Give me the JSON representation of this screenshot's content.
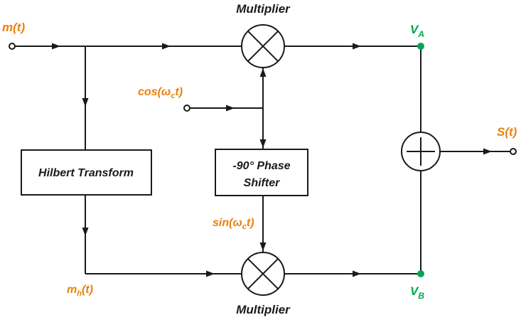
{
  "diagram": {
    "top_multiplier_label": "Multiplier",
    "bottom_multiplier_label": "Multiplier",
    "hilbert_block_label": "Hilbert Transform",
    "phase_block_label_line1": "-90° Phase",
    "phase_block_label_line2": "Shifter",
    "signals": {
      "input": "m(t)",
      "carrier_cos": {
        "pre": "cos(ω",
        "sub": "c",
        "post": "t)"
      },
      "carrier_sin": {
        "pre": "sin(ω",
        "sub": "c",
        "post": "t)"
      },
      "hilbert_output": {
        "pre": "m",
        "sub": "h",
        "post": "(t)"
      },
      "node_a": {
        "pre": "V",
        "sub": "A"
      },
      "node_b": {
        "pre": "V",
        "sub": "B"
      },
      "output": "S(t)"
    },
    "colors": {
      "wire": "#1a1a1a",
      "signal_label": "#e8820d",
      "node_label": "#00a650",
      "background": "#ffffff"
    }
  }
}
